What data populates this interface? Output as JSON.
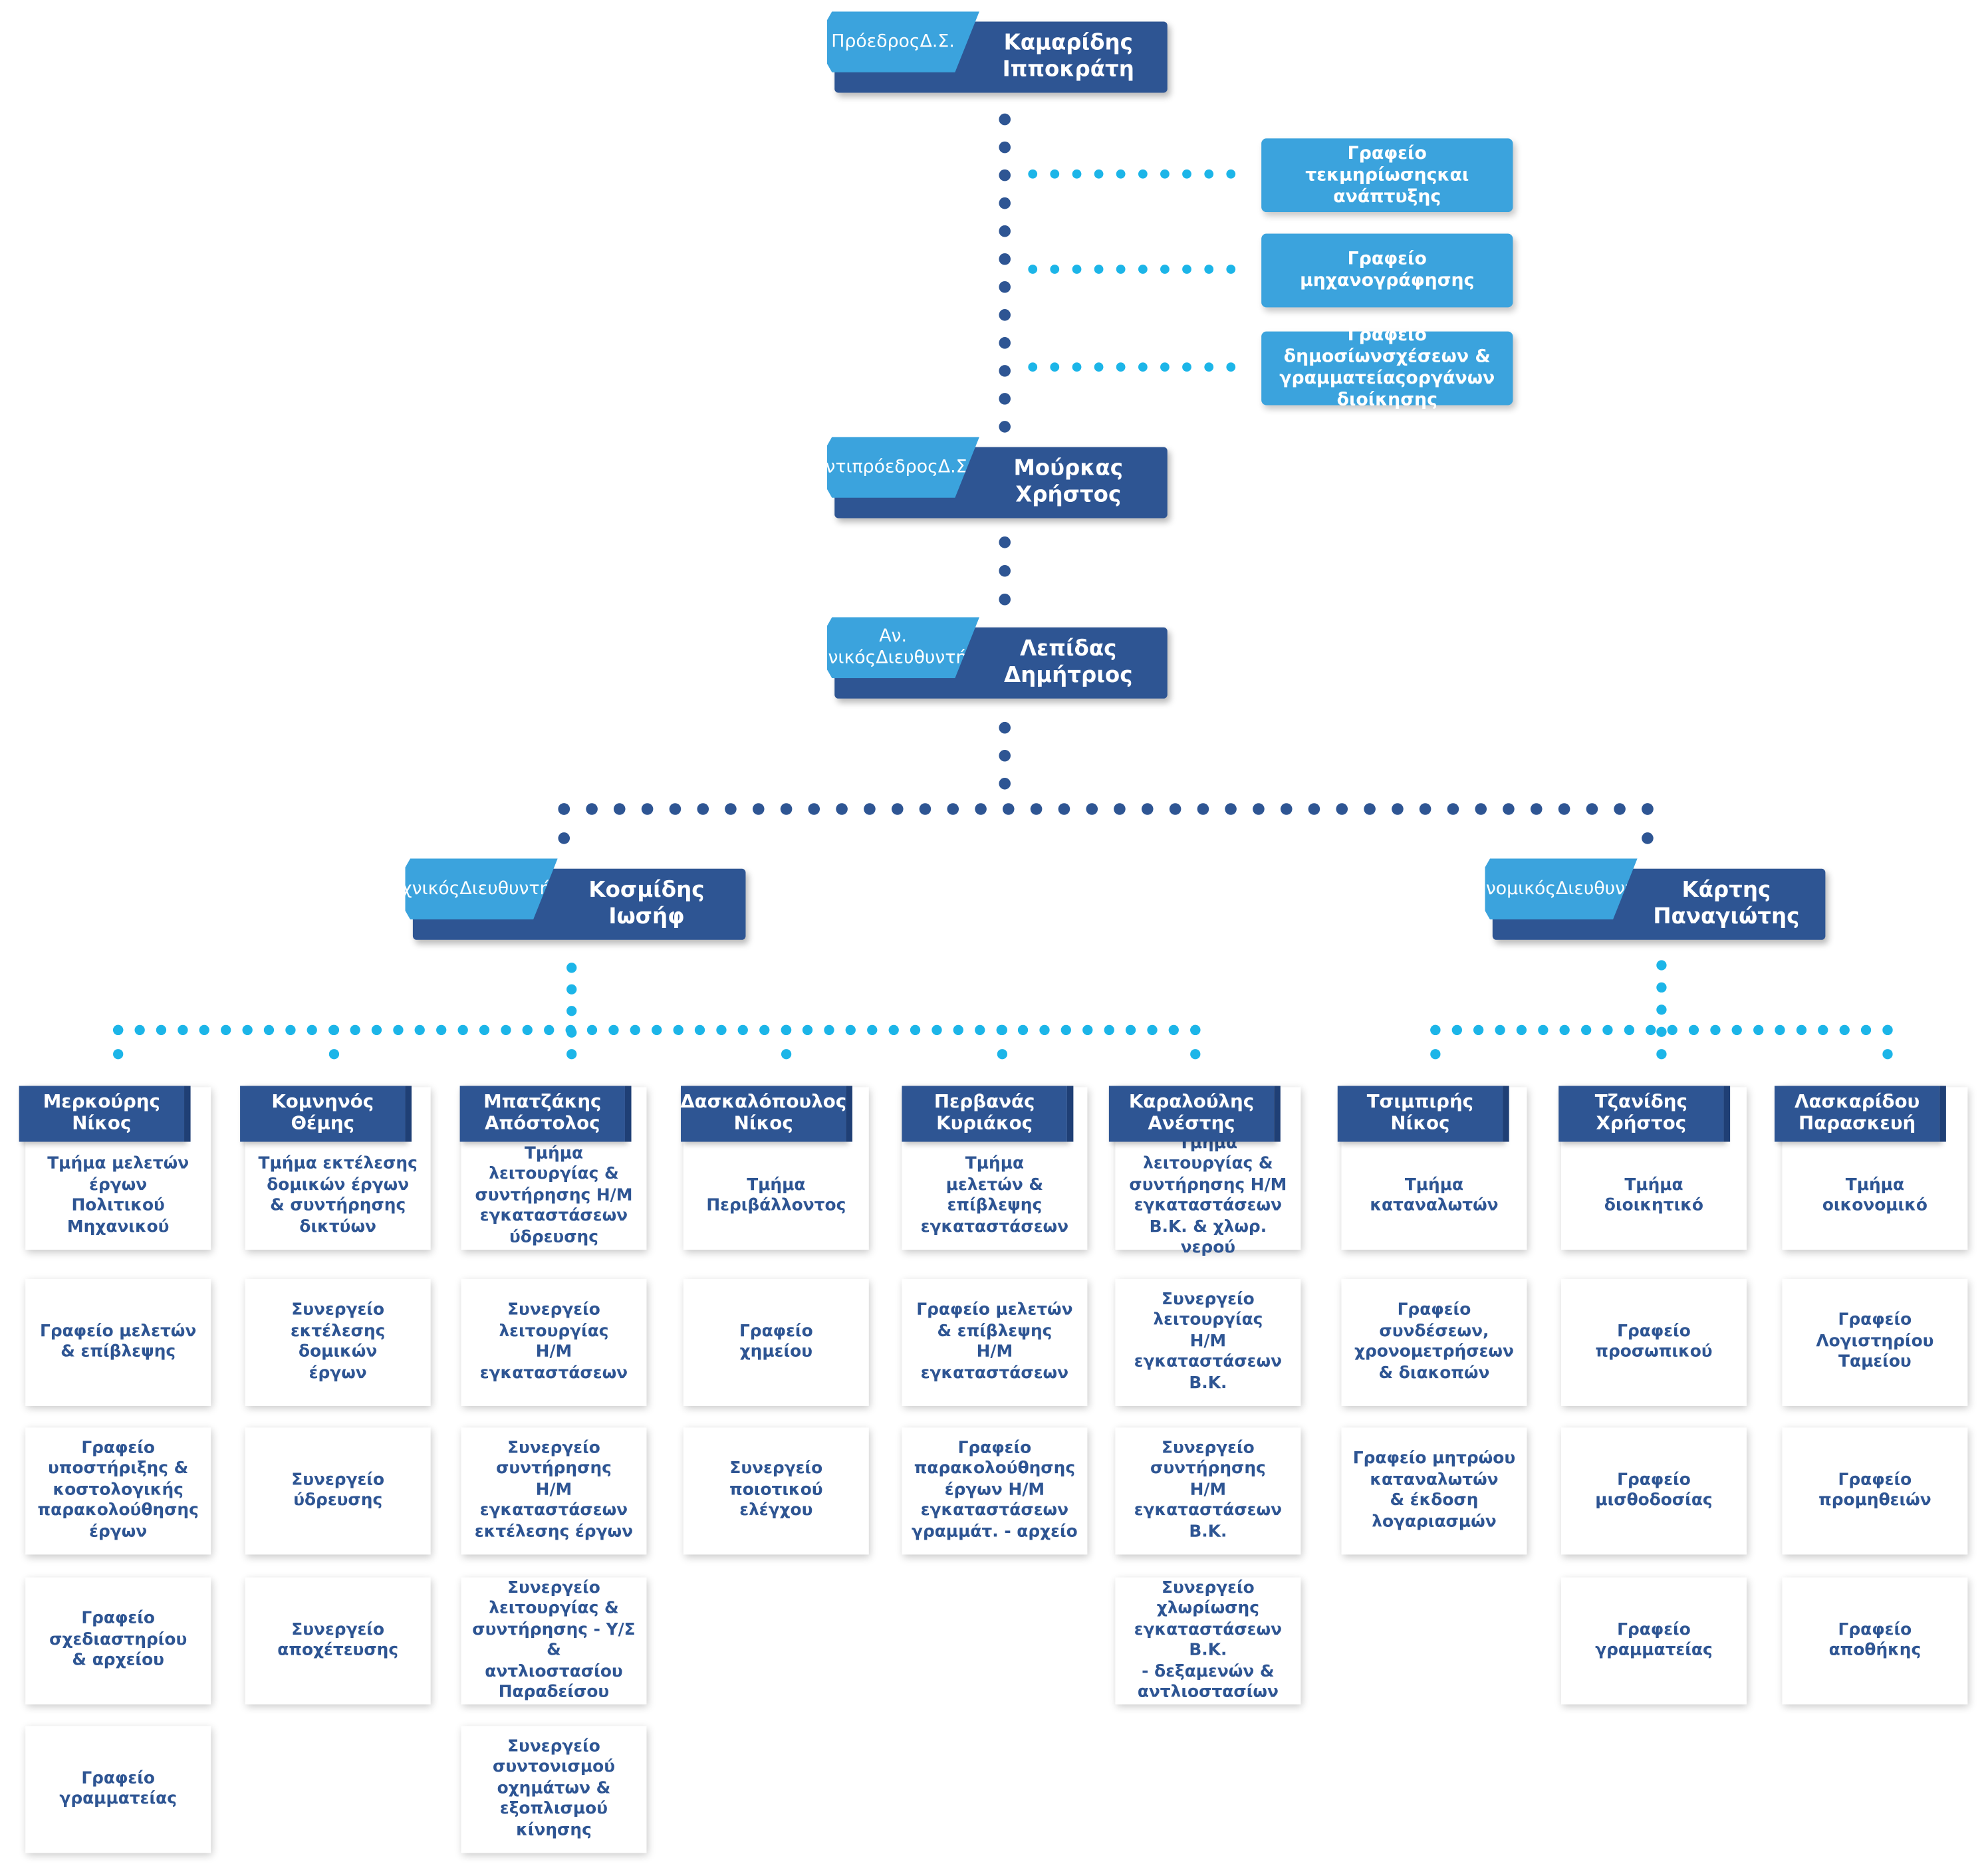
{
  "colors": {
    "dark_blue": "#2e5593",
    "light_blue": "#3ba3dd",
    "dot_dark": "#2e5593",
    "dot_light": "#1cb5e8"
  },
  "leaders": [
    {
      "id": "chairman",
      "role": [
        "Πρόεδρος",
        "Δ.Σ."
      ],
      "name": [
        "Καμαρίδης",
        "Ιπποκράτη"
      ]
    },
    {
      "id": "vice",
      "role": [
        "Αντιπρόεδρος",
        "Δ.Σ."
      ],
      "name": [
        "Μούρκας",
        "Χρήστος"
      ]
    },
    {
      "id": "deputy_gm",
      "role": [
        "Αν. Γενικός",
        "Διευθυντής"
      ],
      "name": [
        "Λεπίδας",
        "Δημήτριος"
      ]
    },
    {
      "id": "technical",
      "role": [
        "Τεχνικός",
        "Διευθυντής"
      ],
      "name": [
        "Κοσμίδης",
        "Ιωσήφ"
      ]
    },
    {
      "id": "financial",
      "role": [
        "Οικονομικός",
        "Διευθυντής"
      ],
      "name": [
        "Κάρτης",
        "Παναγιώτης"
      ]
    }
  ],
  "staff_offices": [
    [
      "Γραφείο τεκμηρίωσης",
      "και ανάπτυξης"
    ],
    [
      "Γραφείο μηχανογράφησης"
    ],
    [
      "Γραφείο δημοσίων",
      "σχέσεων & γραμματείας",
      "οργάνων διοίκησης"
    ]
  ],
  "departments": [
    {
      "head": [
        "Μερκούρης",
        "Νίκος"
      ],
      "dept": [
        "Τμήμα μελετών",
        "έργων",
        "Πολιτικού",
        "Μηχανικού"
      ],
      "units": [
        [
          "Γραφείο μελετών",
          "& επίβλεψης"
        ],
        [
          "Γραφείο",
          "υποστήριξης &",
          "κοστολογικής",
          "παρακολούθησης",
          "έργων"
        ],
        [
          "Γραφείο",
          "σχεδιαστηρίου",
          "& αρχείου"
        ],
        [
          "Γραφείο",
          "γραμματείας"
        ]
      ]
    },
    {
      "head": [
        "Κομνηνός",
        "Θέμης"
      ],
      "dept": [
        "Τμήμα εκτέλεσης",
        "δομικών έργων",
        "& συντήρησης",
        "δικτύων"
      ],
      "units": [
        [
          "Συνεργείο",
          "εκτέλεσης",
          "δομικών",
          "έργων"
        ],
        [
          "Συνεργείο",
          "ύδρευσης"
        ],
        [
          "Συνεργείο",
          "αποχέτευσης"
        ]
      ]
    },
    {
      "head": [
        "Μπατζάκης",
        "Απόστολος"
      ],
      "dept": [
        "Τμήμα λειτουργίας &",
        "συντήρησης Η/Μ",
        "εγκαταστάσεων",
        "ύδρευσης"
      ],
      "units": [
        [
          "Συνεργείο",
          "λειτουργίας",
          "Η/Μ",
          "εγκαταστάσεων"
        ],
        [
          "Συνεργείο",
          "συντήρησης",
          "Η/Μ εγκαταστάσεων",
          "εκτέλεσης έργων"
        ],
        [
          "Συνεργείο",
          "λειτουργίας &",
          "συντήρησης - Υ/Σ &",
          "αντλιοστασίου",
          "Παραδείσου"
        ],
        [
          "Συνεργείο",
          "συντονισμού",
          "οχημάτων &",
          "εξοπλισμού κίνησης"
        ]
      ]
    },
    {
      "head": [
        "Δασκαλόπουλος",
        "Νίκος"
      ],
      "dept": [
        "Τμήμα",
        "Περιβάλλοντος"
      ],
      "units": [
        [
          "Γραφείο",
          "χημείου"
        ],
        [
          "Συνεργείο",
          "ποιοτικού",
          "ελέγχου"
        ]
      ]
    },
    {
      "head": [
        "Περβανάς",
        "Κυριάκος"
      ],
      "dept": [
        "Τμήμα",
        "μελετών &",
        "επίβλεψης",
        "εγκαταστάσεων"
      ],
      "units": [
        [
          "Γραφείο μελετών",
          "& επίβλεψης",
          "Η/Μ",
          "εγκαταστάσεων"
        ],
        [
          "Γραφείο",
          "παρακολούθησης",
          "έργων Η/Μ",
          "εγκαταστάσεων",
          "γραμμάτ. - αρχείο"
        ]
      ]
    },
    {
      "head": [
        "Καραλούλης",
        "Ανέστης"
      ],
      "dept": [
        "Τμήμα λειτουργίας &",
        "συντήρησης Η/Μ",
        "εγκαταστάσεων",
        "Β.Κ. & χλωρ. νερού"
      ],
      "units": [
        [
          "Συνεργείο",
          "λειτουργίας",
          "Η/Μ",
          "εγκαταστάσεων",
          "Β.Κ."
        ],
        [
          "Συνεργείο",
          "συντήρησης",
          "Η/Μ",
          "εγκαταστάσεων",
          "Β.Κ."
        ],
        [
          "Συνεργείο",
          "χλωρίωσης",
          "εγκαταστάσεων Β.Κ.",
          "- δεξαμενών &",
          "αντλιοστασίων"
        ]
      ]
    },
    {
      "head": [
        "Τσιμπιρής",
        "Νίκος"
      ],
      "dept": [
        "Τμήμα",
        "καταναλωτών"
      ],
      "units": [
        [
          "Γραφείο συνδέσεων,",
          "χρονομετρήσεων",
          "& διακοπών"
        ],
        [
          "Γραφείο μητρώου",
          "καταναλωτών",
          "& έκδοση",
          "λογαριασμών"
        ]
      ]
    },
    {
      "head": [
        "Τζανίδης",
        "Χρήστος"
      ],
      "dept": [
        "Τμήμα",
        "διοικητικό"
      ],
      "units": [
        [
          "Γραφείο",
          "προσωπικού"
        ],
        [
          "Γραφείο",
          "μισθοδοσίας"
        ],
        [
          "Γραφείο",
          "γραμματείας"
        ]
      ]
    },
    {
      "head": [
        "Λασκαρίδου",
        "Παρασκευή"
      ],
      "dept": [
        "Τμήμα",
        "οικονομικό"
      ],
      "units": [
        [
          "Γραφείο",
          "Λογιστηρίου",
          "Ταμείου"
        ],
        [
          "Γραφείο",
          "προμηθειών"
        ],
        [
          "Γραφείο",
          "αποθήκης"
        ]
      ]
    }
  ]
}
